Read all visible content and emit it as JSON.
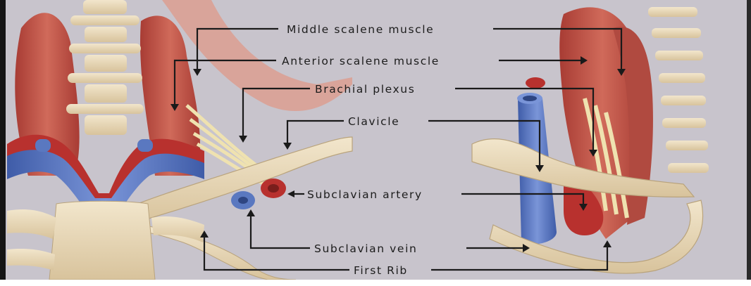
{
  "labels": {
    "middle_scalene": "Middle scalene muscle",
    "anterior_scalene": "Anterior scalene muscle",
    "brachial_plexus": "Brachial plexus",
    "clavicle": "Clavicle",
    "subclavian_artery": "Subclavian artery",
    "subclavian_vein": "Subclavian vein",
    "first_rib": "First Rib"
  },
  "colors": {
    "background": "#c8c4cc",
    "bone": "#e7d6b5",
    "muscle": "#c0554a",
    "artery": "#b8312e",
    "vein": "#5a78c0",
    "nerve": "#efe2b0",
    "leader_line": "#1a1a1a"
  }
}
